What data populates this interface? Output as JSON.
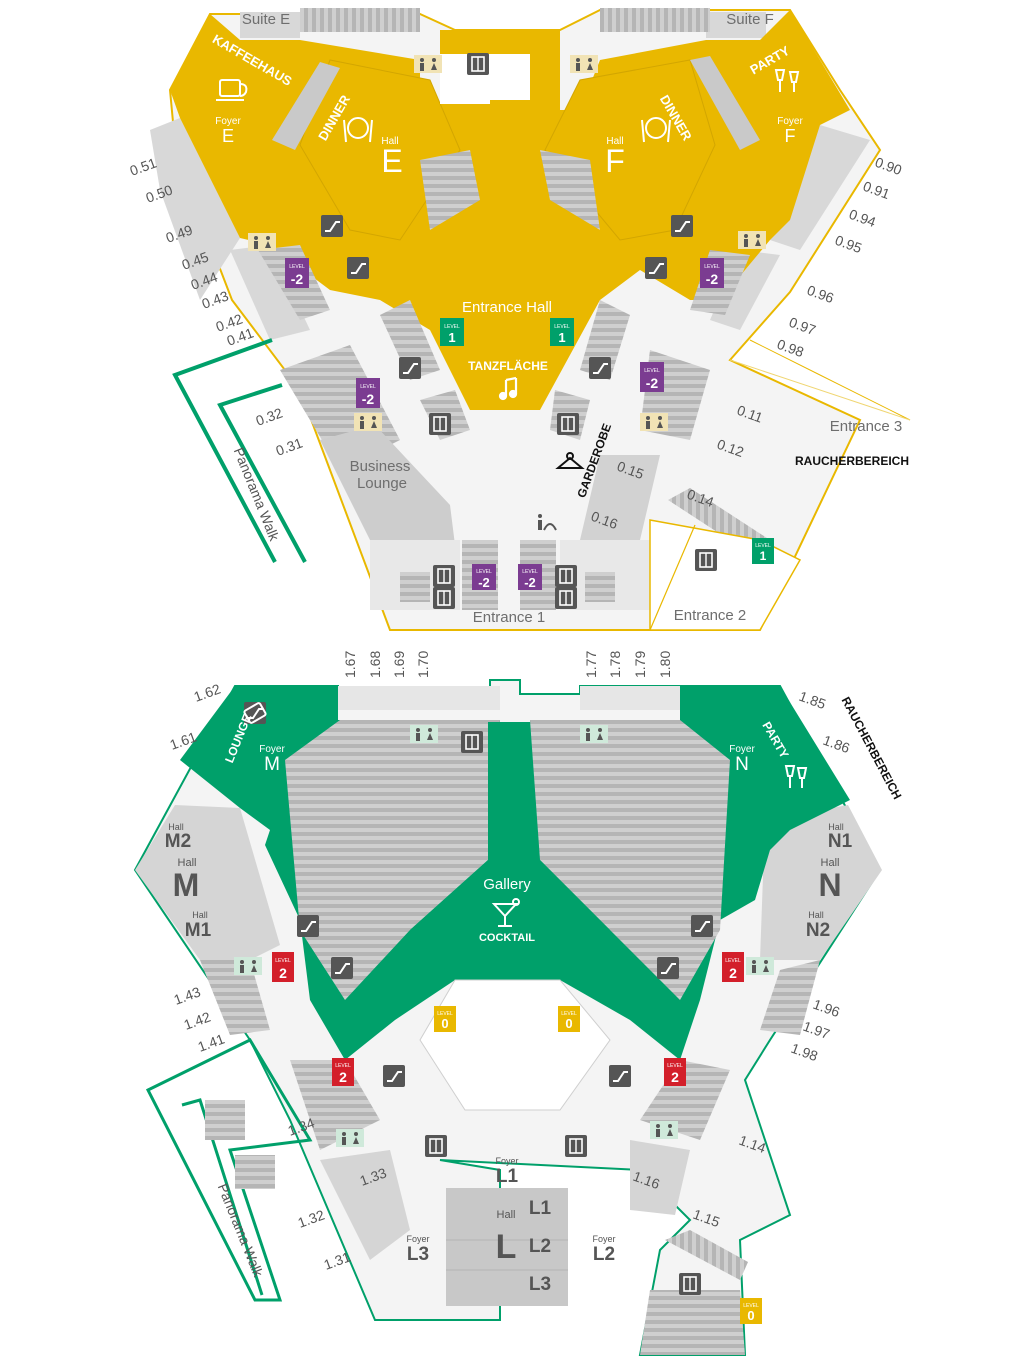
{
  "colors": {
    "yellow": "#e9b800",
    "green": "#00a06a",
    "grey_fill": "#d0d0d0",
    "stripes": "#bdbdbd",
    "icon_dark": "#555555",
    "level_purple": "#7b3c91",
    "level_green": "#00a06a",
    "level_red": "#d31f2a",
    "level_yellow": "#e9b800",
    "restroom": "#f1e3b5",
    "restroom_green": "#cfe9da"
  },
  "top": {
    "suites": {
      "left": "Suite E",
      "right": "Suite F"
    },
    "foyer_e": {
      "kind": "Foyer",
      "code": "E",
      "label": "KAFFEEHAUS"
    },
    "foyer_f": {
      "kind": "Foyer",
      "code": "F",
      "label": "PARTY"
    },
    "hall_e": {
      "kind": "Hall",
      "code": "E",
      "label": "DINNER"
    },
    "hall_f": {
      "kind": "Hall",
      "code": "F",
      "label": "DINNER"
    },
    "entrance_hall": {
      "title": "Entrance Hall",
      "label": "TANZFLÄCHE"
    },
    "business_lounge": {
      "line1": "Business",
      "line2": "Lounge"
    },
    "garderobe": "GARDEROBE",
    "raucherbereich": "RAUCHERBEREICH",
    "entrances": {
      "e1": "Entrance 1",
      "e2": "Entrance 2",
      "e3": "Entrance 3"
    },
    "panorama": "Panorama Walk",
    "rooms_left": [
      "0.51",
      "0.50",
      "0.49",
      "0.45",
      "0.44",
      "0.43",
      "0.42",
      "0.41"
    ],
    "rooms_right": [
      "0.90",
      "0.91",
      "0.94",
      "0.95",
      "0.96",
      "0.97",
      "0.98"
    ],
    "rooms_misc": {
      "r032": "0.32",
      "r031": "0.31",
      "r011": "0.11",
      "r012": "0.12",
      "r014": "0.14",
      "r015": "0.15",
      "r016": "0.16"
    },
    "level_word": "LEVEL",
    "levels": {
      "minus2": "-2",
      "one": "1"
    }
  },
  "bottom": {
    "rooms_top_left": [
      "1.67",
      "1.68",
      "1.69",
      "1.70"
    ],
    "rooms_top_right": [
      "1.77",
      "1.78",
      "1.79",
      "1.80"
    ],
    "rooms_left": {
      "r162": "1.62",
      "r161": "1.61",
      "r143": "1.43",
      "r142": "1.42",
      "r141": "1.41",
      "r134": "1.34",
      "r133": "1.33",
      "r132": "1.32",
      "r131": "1.31"
    },
    "rooms_right": {
      "r185": "1.85",
      "r186": "1.86",
      "r196": "1.96",
      "r197": "1.97",
      "r198": "1.98",
      "r114": "1.14",
      "r116": "1.16",
      "r115": "1.15"
    },
    "foyer_m": {
      "kind": "Foyer",
      "code": "M",
      "label": "LOUNGE"
    },
    "foyer_n": {
      "kind": "Foyer",
      "code": "N",
      "label": "PARTY"
    },
    "raucherbereich": "RAUCHERBEREICH",
    "gallery": {
      "title": "Gallery",
      "label": "COCKTAIL"
    },
    "hall_m": {
      "kind": "Hall",
      "code": "M",
      "m1": "M1",
      "m2": "M2"
    },
    "hall_n": {
      "kind": "Hall",
      "code": "N",
      "n1": "N1",
      "n2": "N2"
    },
    "foyer_l1": {
      "kind": "Foyer",
      "code": "L1"
    },
    "foyer_l2": {
      "kind": "Foyer",
      "code": "L2"
    },
    "foyer_l3": {
      "kind": "Foyer",
      "code": "L3"
    },
    "hall_l": {
      "kind": "Hall",
      "code": "L",
      "l1": "L1",
      "l2": "L2",
      "l3": "L3"
    },
    "panorama": "Panorama Walk",
    "levels": {
      "two": "2",
      "zero": "0"
    }
  }
}
